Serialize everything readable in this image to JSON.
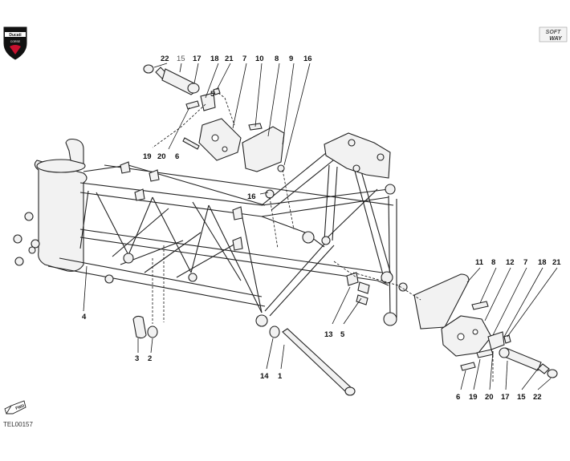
{
  "brand": {
    "logo_text": "Ducati",
    "logo_sub": "CORSE",
    "badge_line1": "SOFT",
    "badge_line2": "WAY"
  },
  "figure_code": "TEL00157",
  "fwd_text": "FWD",
  "callouts": {
    "top_left": [
      "22",
      "15",
      "17",
      "18",
      "21",
      "7",
      "10",
      "8",
      "9",
      "16",
      "5",
      "19",
      "20",
      "6",
      "16"
    ],
    "right": [
      "11",
      "8",
      "12",
      "7",
      "18",
      "21",
      "6",
      "19",
      "20",
      "17",
      "15",
      "22",
      "13",
      "5"
    ],
    "bottom": [
      "4",
      "3",
      "2",
      "14",
      "1"
    ]
  }
}
